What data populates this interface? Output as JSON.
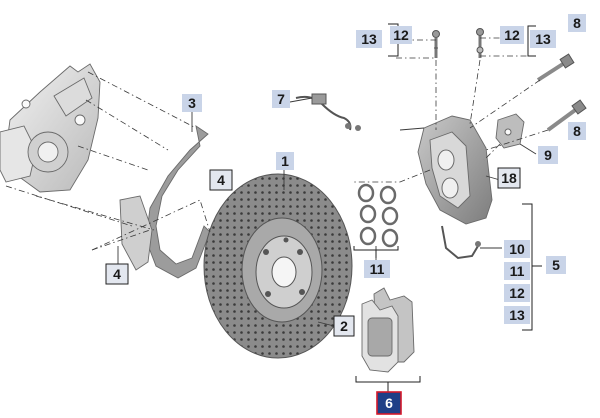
{
  "labels": {
    "l13a": "13",
    "l12a": "12",
    "l12b": "12",
    "l13b": "13",
    "l8a": "8",
    "l8b": "8",
    "l7": "7",
    "l3": "3",
    "l4a": "4",
    "l4b": "4",
    "l1": "1",
    "l9": "9",
    "l18": "18",
    "l11": "11",
    "l10": "10",
    "l11b": "11",
    "l12c": "12",
    "l13c": "13",
    "l5": "5",
    "l2": "2",
    "l6": "6"
  },
  "colors": {
    "tag_fill": "#c9d4e8",
    "highlight_fill": "#1f3f87",
    "highlight_border": "#d4182a"
  }
}
